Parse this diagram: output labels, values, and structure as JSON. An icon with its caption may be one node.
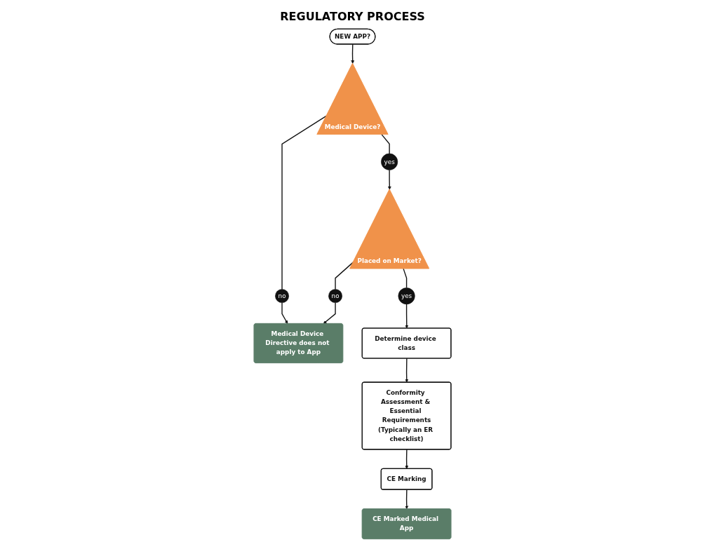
{
  "diagram": {
    "title": "REGULATORY PROCESS",
    "nodes": [
      {
        "text": [
          "NEW APP?"
        ]
      },
      {
        "text": [
          "Medical Device?"
        ]
      },
      {
        "text": [
          "no"
        ]
      },
      {
        "text": [
          "yes"
        ]
      },
      {
        "text": [
          "Placed on Market?"
        ]
      },
      {
        "text": [
          "yes"
        ]
      },
      {
        "text": [
          "no"
        ]
      },
      {
        "text": [
          "Medical Device Directive does not apply to App"
        ]
      },
      {
        "text": [
          "Determine device class"
        ]
      },
      {
        "text": [
          "Conformity Assessment & Essential Requirements",
          "(Typically an ER checklist)"
        ]
      },
      {
        "text": [
          "CE Marking"
        ]
      },
      {
        "text": [
          "CE Marked Medical App"
        ]
      }
    ],
    "edges": [
      {
        "from": 0,
        "to": 1,
        "arrow": "to"
      },
      {
        "from": 1,
        "to": 2,
        "arrow": "none"
      },
      {
        "from": 2,
        "to": 7,
        "arrow": "to"
      },
      {
        "from": 1,
        "to": 3,
        "arrow": "none"
      },
      {
        "from": 3,
        "to": 4,
        "arrow": "to"
      },
      {
        "from": 4,
        "to": 5,
        "arrow": "none"
      },
      {
        "from": 5,
        "to": 8,
        "arrow": "to"
      },
      {
        "from": 4,
        "to": 6,
        "arrow": "none"
      },
      {
        "from": 6,
        "to": 7,
        "arrow": "to"
      },
      {
        "from": 8,
        "to": 9,
        "arrow": "to"
      },
      {
        "from": 9,
        "to": 10,
        "arrow": "to"
      },
      {
        "from": 10,
        "to": 11,
        "arrow": "to"
      }
    ]
  }
}
